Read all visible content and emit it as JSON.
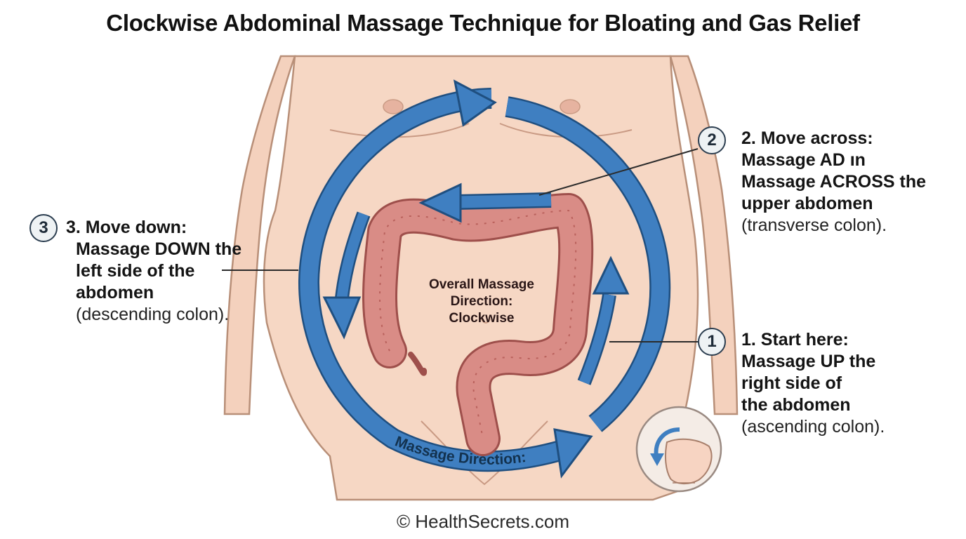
{
  "title": "Clockwise Abdominal Massage Technique for Bloating and Gas Relief",
  "colors": {
    "arrow": "#3f7fc1",
    "arrow_stroke": "#1f4f80",
    "skin": "#f6d7c4",
    "skin_outline": "#b88f78",
    "colon": "#d98c86",
    "colon_outline": "#9e4f4b"
  },
  "steps": [
    {
      "number": "1",
      "heading": "1. Start here:",
      "lines": [
        "Massage UP the",
        "right side of",
        "the abdomen"
      ],
      "note": "(ascending colon)."
    },
    {
      "number": "2",
      "heading": "2. Move across:",
      "lines": [
        "Massage AD ın",
        "Massage ACROSS the",
        "upper abdomen"
      ],
      "note": "(transverse colon)."
    },
    {
      "number": "3",
      "heading": "3. Move down:",
      "lines": [
        "Massage DOWN the",
        "left side of the",
        "abdomen"
      ],
      "note": "(descending colon)."
    }
  ],
  "center_label": [
    "Overall Massage",
    "Direction:",
    "Clockwise"
  ],
  "arc_label": "Massage Direction:",
  "credit": "© HealthSecrets.com",
  "icons": [
    "hand-massage-icon",
    "circular-arrow-icon"
  ]
}
